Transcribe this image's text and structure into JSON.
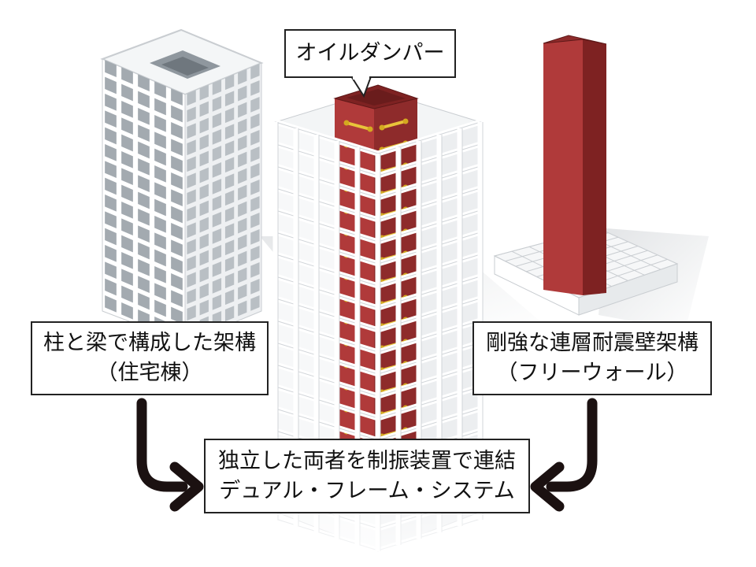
{
  "callouts": {
    "oil_damper": "オイルダンパー",
    "residential_frame": {
      "line1": "柱と梁で構成した架構",
      "line2": "（住宅棟）"
    },
    "free_wall": {
      "line1": "剛強な連層耐震壁架構",
      "line2": "（フリーウォール）"
    },
    "dual_frame": {
      "line1": "独立した両者を制振装置で連結",
      "line2": "デュアル・フレーム・システム"
    }
  },
  "colors": {
    "core_front": "#b03a3a",
    "core_side": "#7e2222",
    "core_top": "#8e2b2b",
    "frame_white": "#ffffff",
    "frame_shadow": "#cfd3d6",
    "window_gray": "#9da4aa",
    "damper_yellow": "#e8c43a",
    "arrow": "#1b1111"
  }
}
